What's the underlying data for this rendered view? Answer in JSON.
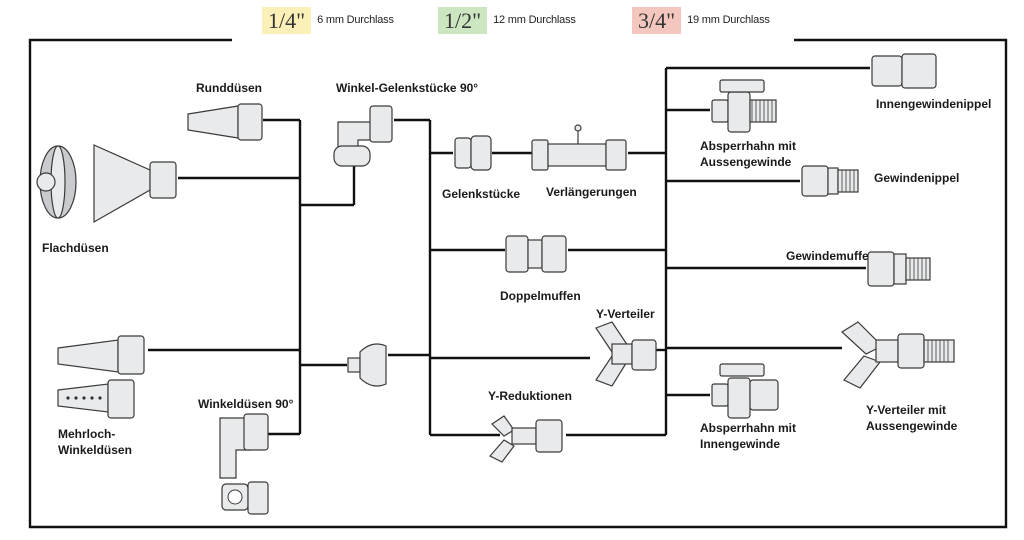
{
  "legend": [
    {
      "size": "1/4\"",
      "text": "6 mm Durchlass",
      "color": "#fbf1b8"
    },
    {
      "size": "1/2\"",
      "text": "12 mm Durchlass",
      "color": "#cde6c2"
    },
    {
      "size": "3/4\"",
      "text": "19 mm Durchlass",
      "color": "#f3c7bd"
    }
  ],
  "labels": {
    "runddusen": "Runddüsen",
    "flachdusen": "Flachdüsen",
    "mehrloch_1": "Mehrloch-",
    "mehrloch_2": "Winkeldüsen",
    "winkeldusen": "Winkeldüsen 90°",
    "winkel_gelenk": "Winkel-Gelenkstücke 90°",
    "gelenkstucke": "Gelenkstücke",
    "verlangerungen": "Verlängerungen",
    "doppelmuffen": "Doppelmuffen",
    "y_verteiler": "Y-Verteiler",
    "y_reduktionen": "Y-Reduktionen",
    "absperr_aussen_1": "Absperrhahn mit",
    "absperr_aussen_2": "Aussengewinde",
    "absperr_innen_1": "Absperrhahn mit",
    "absperr_innen_2": "Innengewinde",
    "innengewindenippel": "Innengewindenippel",
    "gewindenippel": "Gewindenippel",
    "gewindemuffe": "Gewindemuffe",
    "y_verteiler_aussen_1": "Y-Verteiler mit",
    "y_verteiler_aussen_2": "Aussengewinde"
  }
}
